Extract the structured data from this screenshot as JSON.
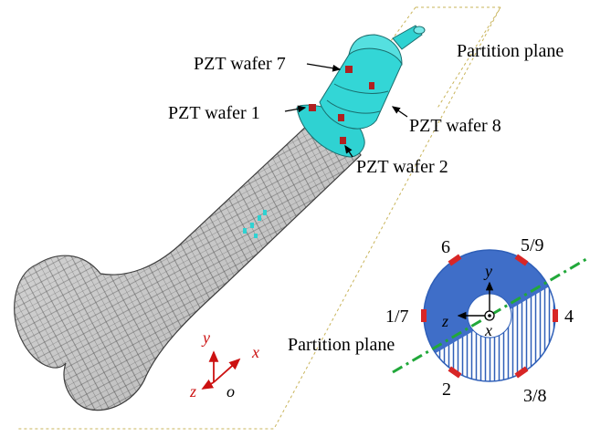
{
  "labels": {
    "wafer7": "PZT wafer 7",
    "wafer1": "PZT wafer 1",
    "wafer8": "PZT wafer 8",
    "wafer2": "PZT wafer 2",
    "partition_top": "Partition plane",
    "partition_bottom": "Partition plane"
  },
  "coord_axes": {
    "y": "y",
    "x": "x",
    "z": "z",
    "o": "o"
  },
  "cross_section": {
    "pos_6": "6",
    "pos_5_9": "5/9",
    "pos_1_7": "1/7",
    "pos_4": "4",
    "pos_2": "2",
    "pos_3_8": "3/8",
    "axis_y": "y",
    "axis_z": "z",
    "axis_x": "x"
  },
  "colors": {
    "section_fill": "#3f6ec8",
    "hatch": "#2f5fb8",
    "pzt": "#d82626",
    "dash_green": "#21a83a",
    "implant": "#2fd2d2",
    "bone": "#d2d2d2",
    "axis_red": "#cc1111",
    "plane_dash": "#c9b45a"
  }
}
